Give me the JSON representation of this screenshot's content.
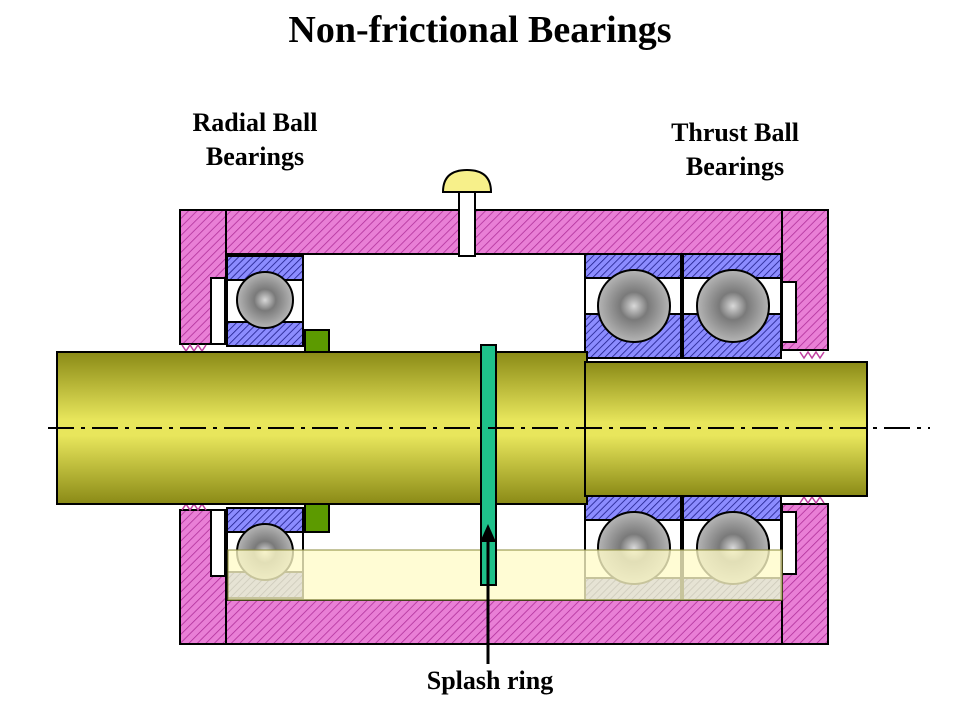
{
  "title": "Non-frictional Bearings",
  "labels": {
    "radial": [
      "Radial Ball",
      "Bearings"
    ],
    "thrust": [
      "Thrust Ball",
      "Bearings"
    ],
    "splash": "Splash ring"
  },
  "colors": {
    "housing": "#e97fd6",
    "bearing_race": "#8c8cff",
    "shaft_light": "#e5e35a",
    "shaft_dark": "#8a8a16",
    "splash_ring": "#1fc18a",
    "spacer": "#5c9a00",
    "oil": "#fffbc8"
  }
}
